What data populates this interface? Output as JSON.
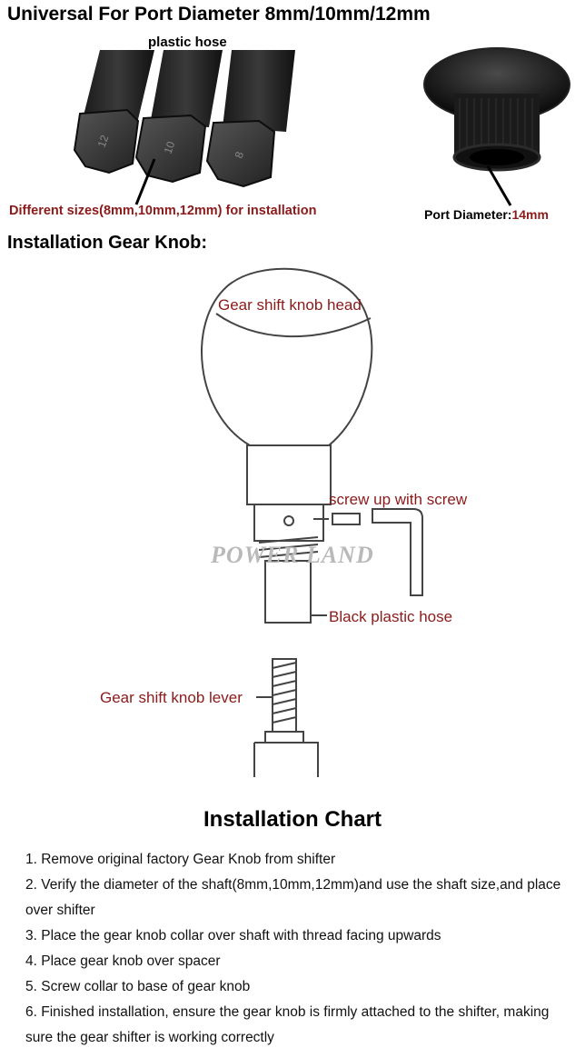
{
  "header": {
    "title": "Universal For Port Diameter 8mm/10mm/12mm",
    "hose_label": "plastic hose",
    "sizes_caption": "Different sizes(8mm,10mm,12mm) for installation",
    "port_caption_label": "Port Diameter:",
    "port_caption_value": "14mm",
    "hose_size_marks": [
      "12",
      "10",
      "8"
    ]
  },
  "install": {
    "heading": "Installation Gear Knob:",
    "labels": {
      "knob_head": "Gear shift knob head",
      "screw": "screw up with screw",
      "black_hose": "Black plastic hose",
      "lever": "Gear shift knob lever"
    },
    "watermark": "POWER LAND"
  },
  "chart": {
    "heading": "Installation Chart",
    "steps": [
      "1.  Remove original factory Gear Knob from shifter",
      "2. Verify the diameter of the shaft(8mm,10mm,12mm)and use the shaft size,and place over shifter",
      "3. Place the gear knob collar over shaft with thread facing upwards",
      "4. Place gear knob over spacer",
      "5. Screw collar to base of gear knob",
      "6. Finished installation, ensure the gear knob is firmly attached to the shifter, making sure the gear shifter is working correctly"
    ]
  },
  "colors": {
    "caption_red": "#8b1a1a",
    "line_drawing": "#444444",
    "watermark": "#b9b9b9"
  }
}
